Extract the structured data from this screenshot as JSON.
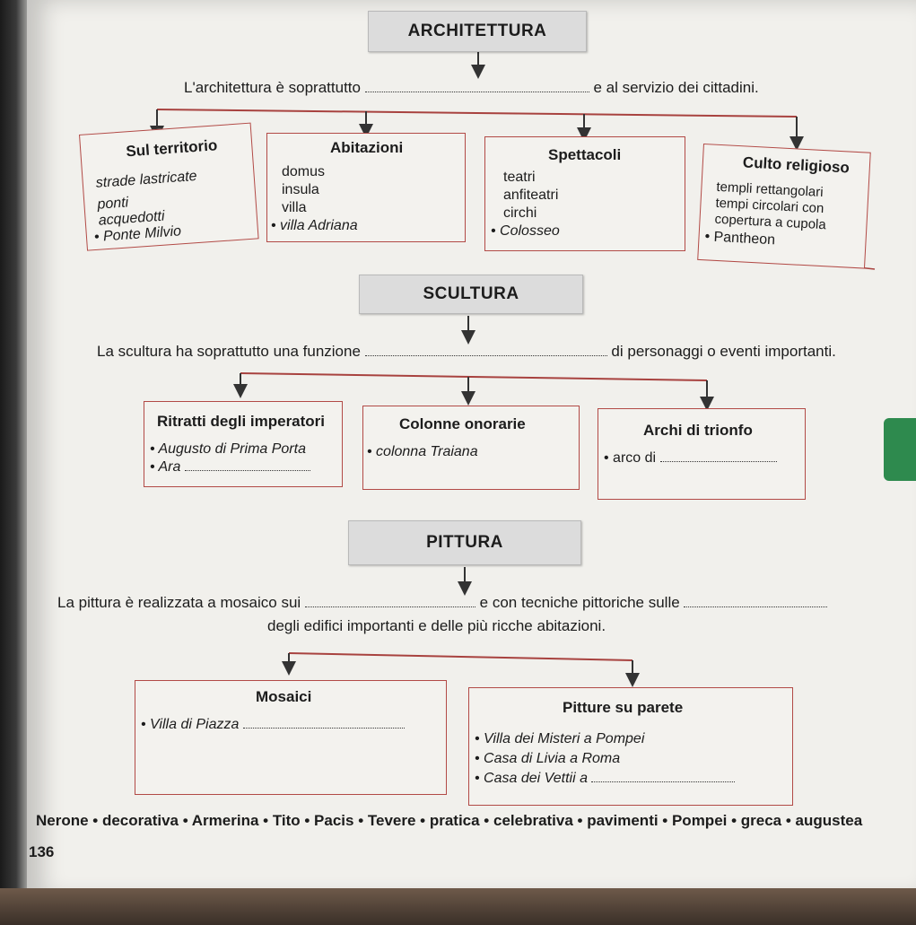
{
  "page_number": "136",
  "architettura": {
    "title": "ARCHITETTURA",
    "sentence_start": "L'architettura è soprattutto",
    "sentence_end": "e al servizio dei cittadini.",
    "boxes": [
      {
        "title": "Sul territorio",
        "items": [
          "strade lastricate",
          "ponti",
          "acquedotti"
        ],
        "example": "Ponte Milvio"
      },
      {
        "title": "Abitazioni",
        "items": [
          "domus",
          "insula",
          "villa"
        ],
        "example": "villa Adriana"
      },
      {
        "title": "Spettacoli",
        "items": [
          "teatri",
          "anfiteatri",
          "circhi"
        ],
        "example": "Colosseo"
      },
      {
        "title": "Culto religioso",
        "items": [
          "templi rettangolari",
          "tempi circolari con",
          "copertura a cupola"
        ],
        "example": "Pantheon"
      }
    ]
  },
  "scultura": {
    "title": "SCULTURA",
    "sentence_start": "La scultura ha soprattutto una funzione",
    "sentence_end": "di personaggi o eventi importanti.",
    "boxes": [
      {
        "title": "Ritratti degli imperatori",
        "items": [
          "Augusto di Prima Porta",
          "Ara"
        ]
      },
      {
        "title": "Colonne onorarie",
        "items": [
          "colonna Traiana"
        ]
      },
      {
        "title": "Archi di trionfo",
        "items": [
          "arco di"
        ]
      }
    ]
  },
  "pittura": {
    "title": "PITTURA",
    "sentence_start": "La pittura è realizzata a mosaico sui",
    "sentence_mid": "e con tecniche pittoriche sulle",
    "sentence_line2": "degli edifici importanti e delle più ricche abitazioni.",
    "boxes": [
      {
        "title": "Mosaici",
        "items": [
          "Villa di Piazza"
        ]
      },
      {
        "title": "Pitture su parete",
        "items": [
          "Villa dei Misteri a Pompei",
          "Casa di Livia a Roma",
          "Casa dei Vettii a"
        ]
      }
    ]
  },
  "word_bank": "Nerone • decorativa • Armerina • Tito • Pacis • Tevere • pratica • celebrativa • pavimenti • Pompei • greca • augustea",
  "colors": {
    "box_border": "#b24a46",
    "title_box_bg": "#dcdcdc",
    "page_bg": "#f1f0ec"
  }
}
